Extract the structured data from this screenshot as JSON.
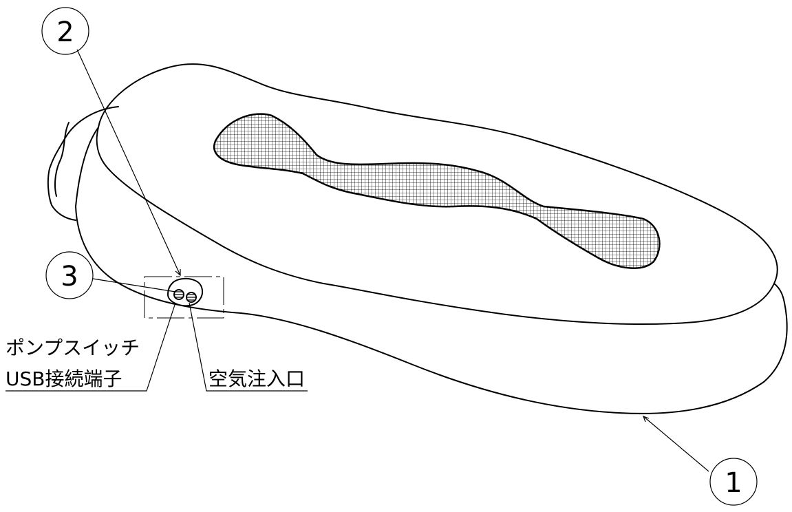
{
  "callouts": {
    "one": "1",
    "two": "2",
    "three": "3"
  },
  "labels": {
    "pump_switch": "ポンプスイッチ",
    "usb_port": "USB接続端子",
    "air_inlet": "空気注入口"
  }
}
